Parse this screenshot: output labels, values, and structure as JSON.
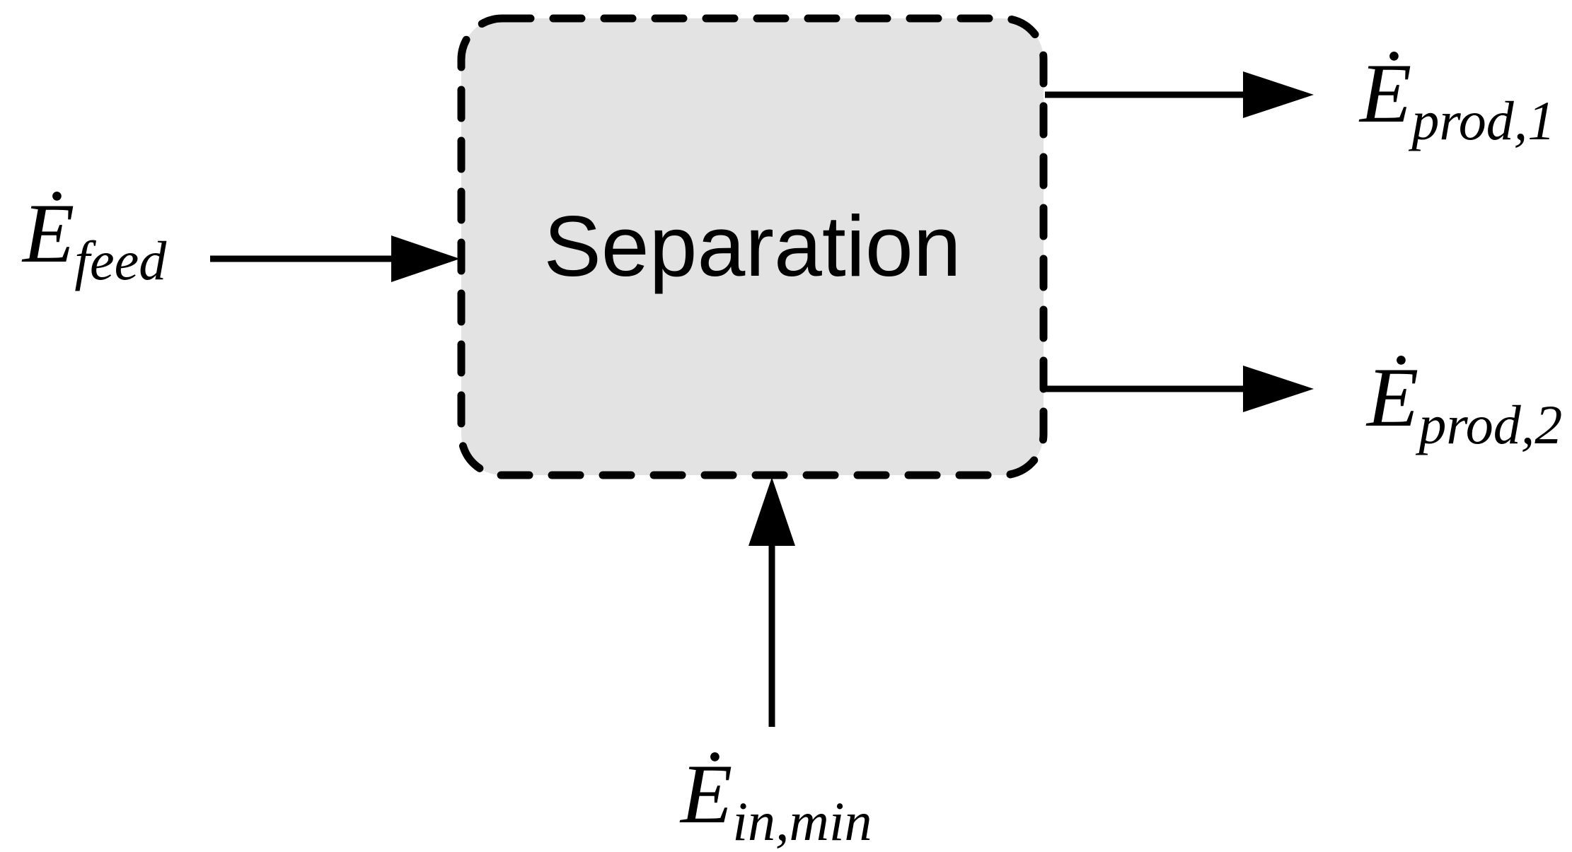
{
  "colors": {
    "line": "#000000",
    "text": "#000000",
    "background": "#ffffff",
    "box_fill": "#e3e3e3"
  },
  "box": {
    "label": "Separation"
  },
  "streams": {
    "feed": {
      "symbol": "Ė",
      "subscript": "feed",
      "direction": "in",
      "side": "left"
    },
    "in_min": {
      "symbol": "Ė",
      "subscript": "in,min",
      "direction": "in",
      "side": "bottom"
    },
    "prod_1": {
      "symbol": "Ė",
      "subscript": "prod,1",
      "direction": "out",
      "side": "right-top"
    },
    "prod_2": {
      "symbol": "Ė",
      "subscript": "prod,2",
      "direction": "out",
      "side": "right-bottom"
    }
  }
}
